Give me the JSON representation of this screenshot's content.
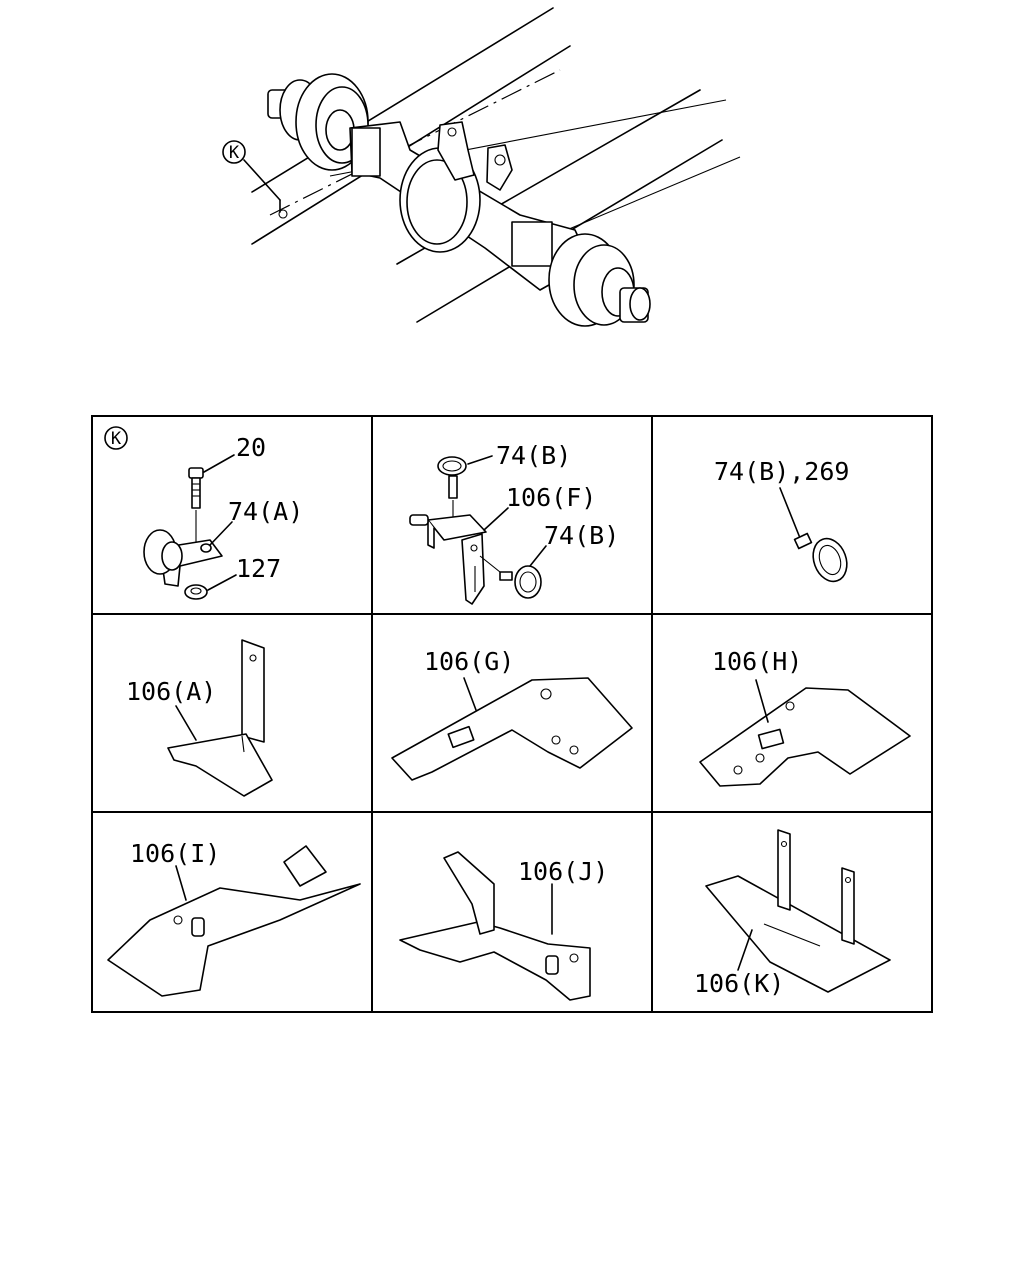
{
  "detail_marker": "K",
  "labels": {
    "c1_20": "20",
    "c1_74a": "74(A)",
    "c1_127": "127",
    "c2_74b_top": "74(B)",
    "c2_106f": "106(F)",
    "c2_74b_bot": "74(B)",
    "c3_74b_269": "74(B),269",
    "c4_106a": "106(A)",
    "c5_106g": "106(G)",
    "c6_106h": "106(H)",
    "c7_106i": "106(I)",
    "c8_106j": "106(J)",
    "c9_106k": "106(K)"
  }
}
